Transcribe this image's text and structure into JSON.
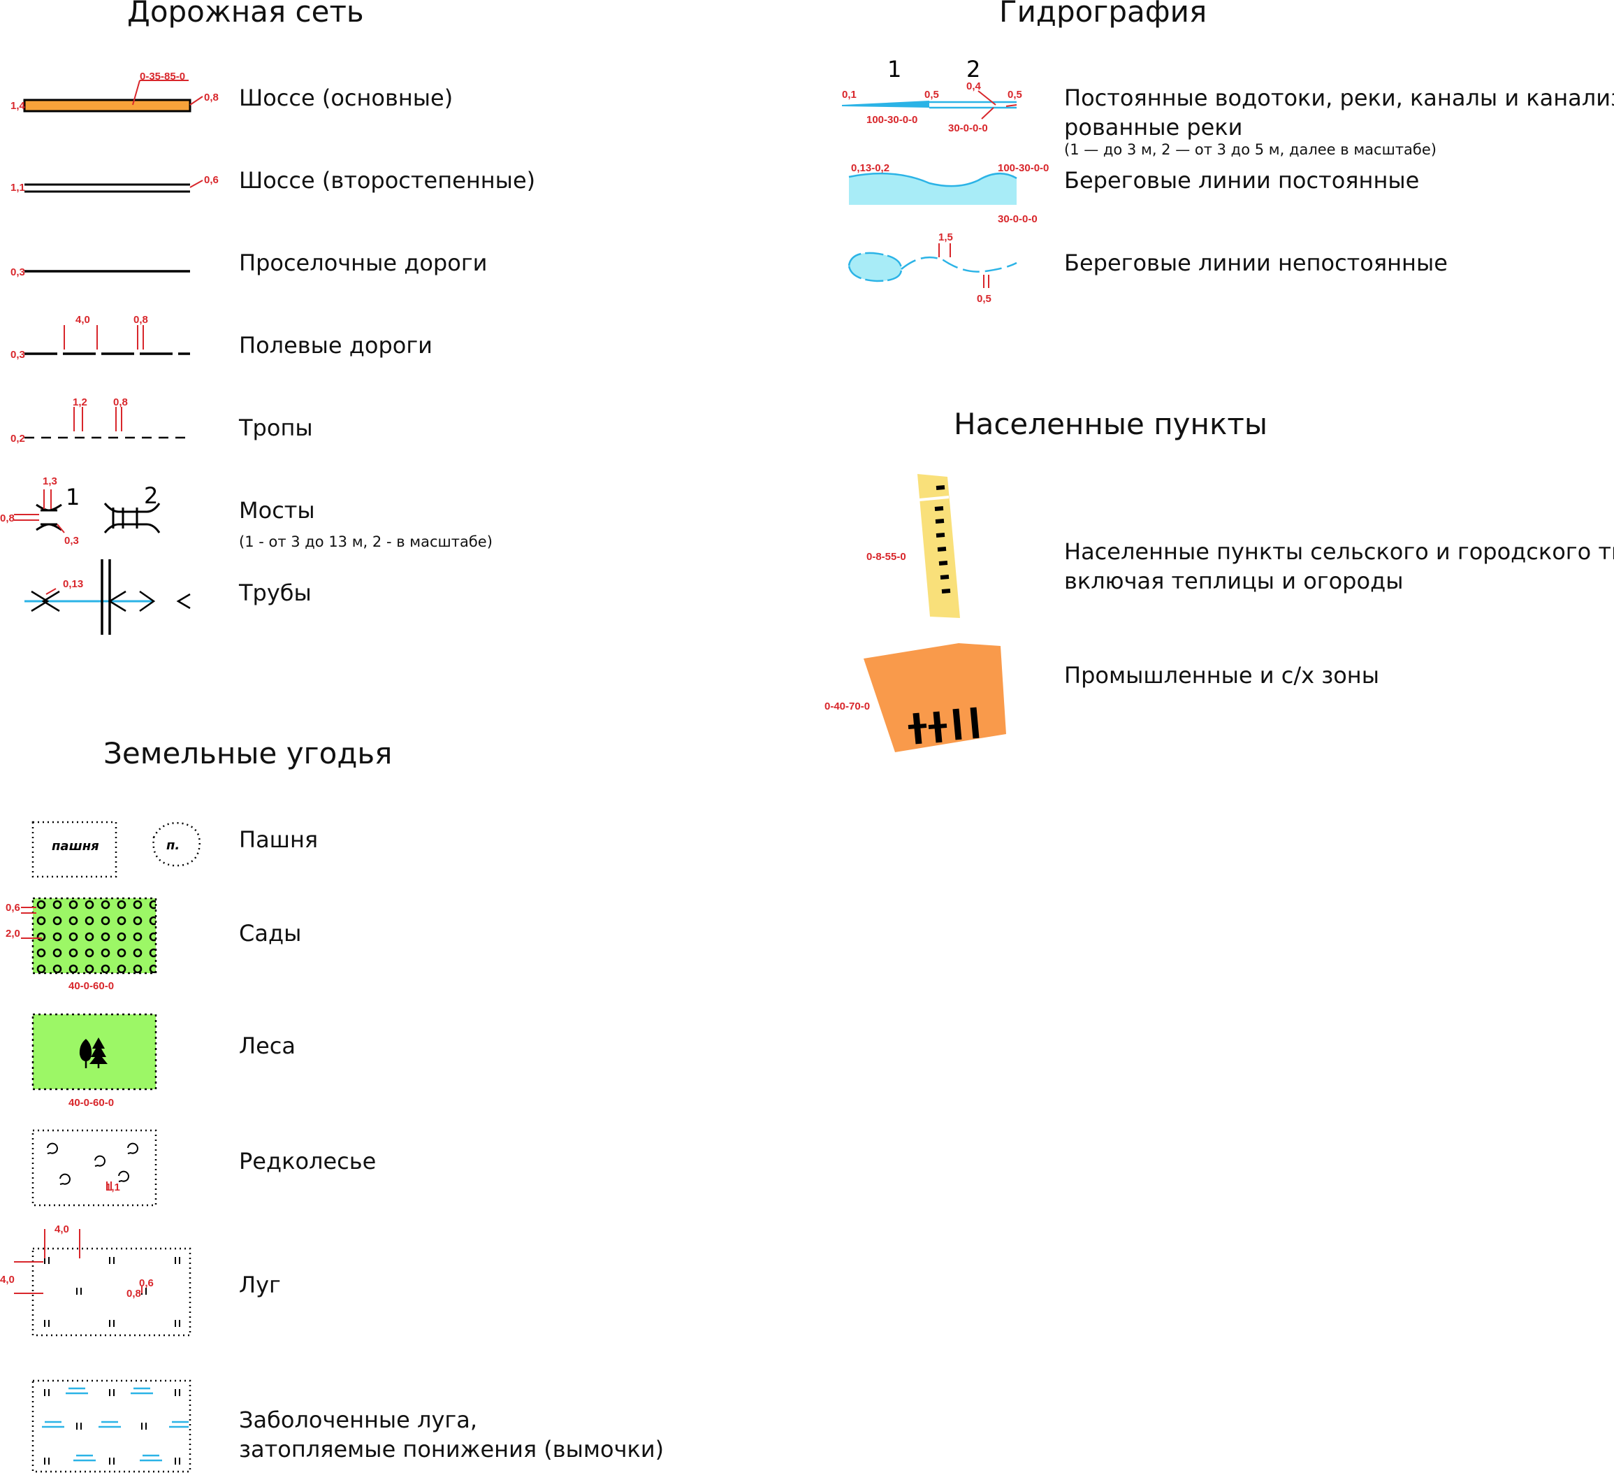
{
  "colors": {
    "annotation": "#d8262b",
    "highway": "#f7a23a",
    "water": "#2bb3e6",
    "water_fill": "#a8ecf7",
    "vegetation": "#9cf766",
    "settlement": "#f9e07a",
    "industrial": "#f99a4b"
  },
  "sections": {
    "roads": "Дорожная сеть",
    "hydro": "Гидрография",
    "settlements": "Населенные пункты",
    "land": "Земельные угодья"
  },
  "roads": {
    "highway_main": "Шоссе (основные)",
    "highway_secondary": "Шоссе (второстепенные)",
    "country_roads": "Проселочные дороги",
    "field_roads": "Полевые дороги",
    "paths": "Тропы",
    "bridges": "Мосты",
    "bridges_note": "(1 - от 3 до 13 м, 2 - в масштабе)",
    "pipes": "Трубы"
  },
  "hydro": {
    "streams_line1": "Постоянные водотоки, реки, каналы и канализи-",
    "streams_line2": "рованные реки",
    "streams_note": "(1 — до 3 м, 2 — от 3 до 5 м, далее в масштабе)",
    "shore_permanent": "Береговые линии постоянные",
    "shore_temporary": "Береговые линии непостоянные"
  },
  "settlements": {
    "rural_urban_line1": "Населенные пункты сельского и городского типа,",
    "rural_urban_line2": "включая теплицы и огороды",
    "industrial": "Промышленные и с/х зоны"
  },
  "land": {
    "arable": "Пашня",
    "arable_sign_full": "пашня",
    "arable_sign_short": "п.",
    "gardens": "Сады",
    "forests": "Леса",
    "sparse_forest": "Редколесье",
    "meadow": "Луг",
    "swamp_line1": "Заболоченные луга,",
    "swamp_line2": "затопляемые понижения (вымочки)"
  },
  "annotations": {
    "road_main_color": "0-35-85-0",
    "road_main_w1": "1,4",
    "road_main_w2": "0,8",
    "road_sec_w1": "1,1",
    "road_sec_w2": "0,6",
    "country_w": "0,3",
    "field_dash": "4,0",
    "field_gap": "0,8",
    "field_w": "0,3",
    "path_dash": "1,2",
    "path_gap": "0,8",
    "path_w": "0,2",
    "bridge_num1": "1",
    "bridge_num2": "2",
    "bridge_a": "1,3",
    "bridge_b": "0,8",
    "bridge_c": "0,3",
    "pipe_w": "0,13",
    "stream_num1": "1",
    "stream_num2": "2",
    "stream_a": "0,1",
    "stream_b": "0,5",
    "stream_c": "0,4",
    "stream_d": "0,5",
    "stream_color1": "100-30-0-0",
    "stream_color2": "30-0-0-0",
    "shore_w": "0,13-0,2",
    "shore_color1": "100-30-0-0",
    "shore_color2": "30-0-0-0",
    "temp_dash": "1,5",
    "temp_gap": "0,5",
    "settlement_color": "0-8-55-0",
    "industrial_color": "0-40-70-0",
    "garden_a": "0,6",
    "garden_b": "2,0",
    "garden_color": "40-0-60-0",
    "forest_color": "40-0-60-0",
    "sparse_size": "1,1",
    "meadow_a": "4,0",
    "meadow_b": "4,0",
    "meadow_c": "0,6",
    "meadow_d": "0,8"
  }
}
